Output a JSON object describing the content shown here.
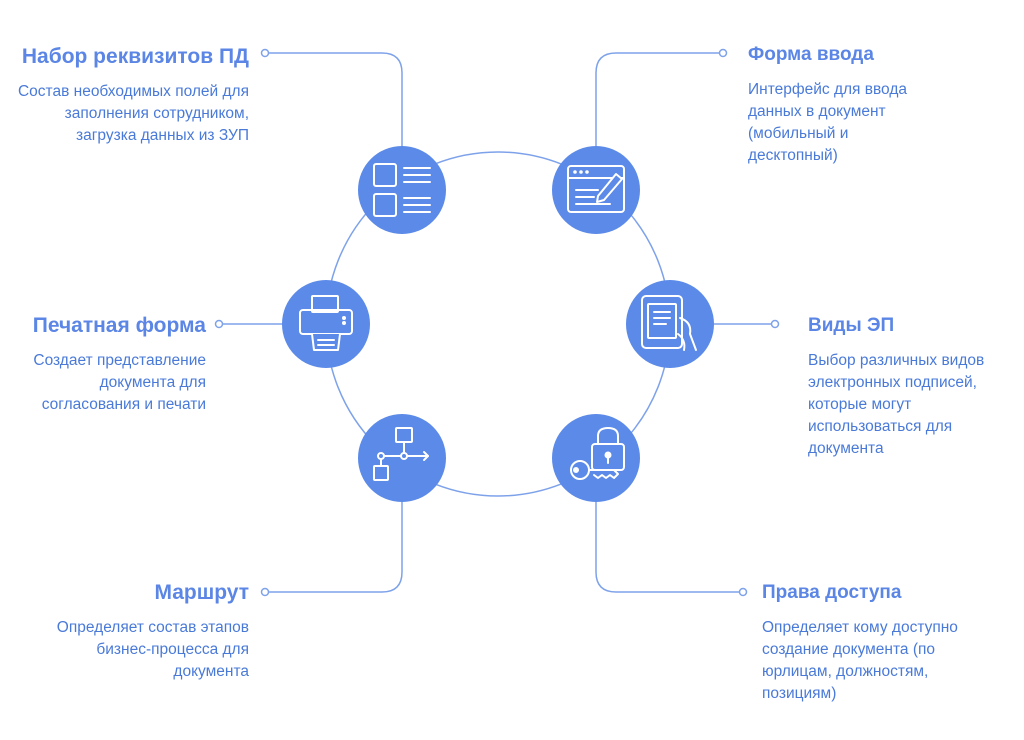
{
  "colors": {
    "accent": "#5b86e5",
    "node_fill": "#5b8ae8",
    "line": "#7ea2ea",
    "text": "#4a7ad8"
  },
  "nodes": [
    {
      "id": "requisites",
      "icon": "form-fields-icon",
      "title": "Набор реквизитов ПД",
      "desc": "Состав необходимых полей для заполнения сотрудником, загрузка данных из ЗУП"
    },
    {
      "id": "input-form",
      "icon": "browser-pencil-icon",
      "title": "Форма ввода",
      "desc": "Интерфейс для ввода данных в документ (мобильный и десктопный)"
    },
    {
      "id": "signature-types",
      "icon": "tablet-hand-icon",
      "title": "Виды ЭП",
      "desc": "Выбор различных видов электронных подписей, которые могут использоваться для документа"
    },
    {
      "id": "access-rights",
      "icon": "lock-key-icon",
      "title": "Права доступа",
      "desc": "Определяет кому доступно создание документа (по юрлицам, должностям, позициям)"
    },
    {
      "id": "route",
      "icon": "flowchart-icon",
      "title": "Маршрут",
      "desc": "Определяет состав этапов бизнес-процесса для документа"
    },
    {
      "id": "print-form",
      "icon": "printer-icon",
      "title": "Печатная форма",
      "desc": "Создает представление документа для согласования и печати"
    }
  ]
}
